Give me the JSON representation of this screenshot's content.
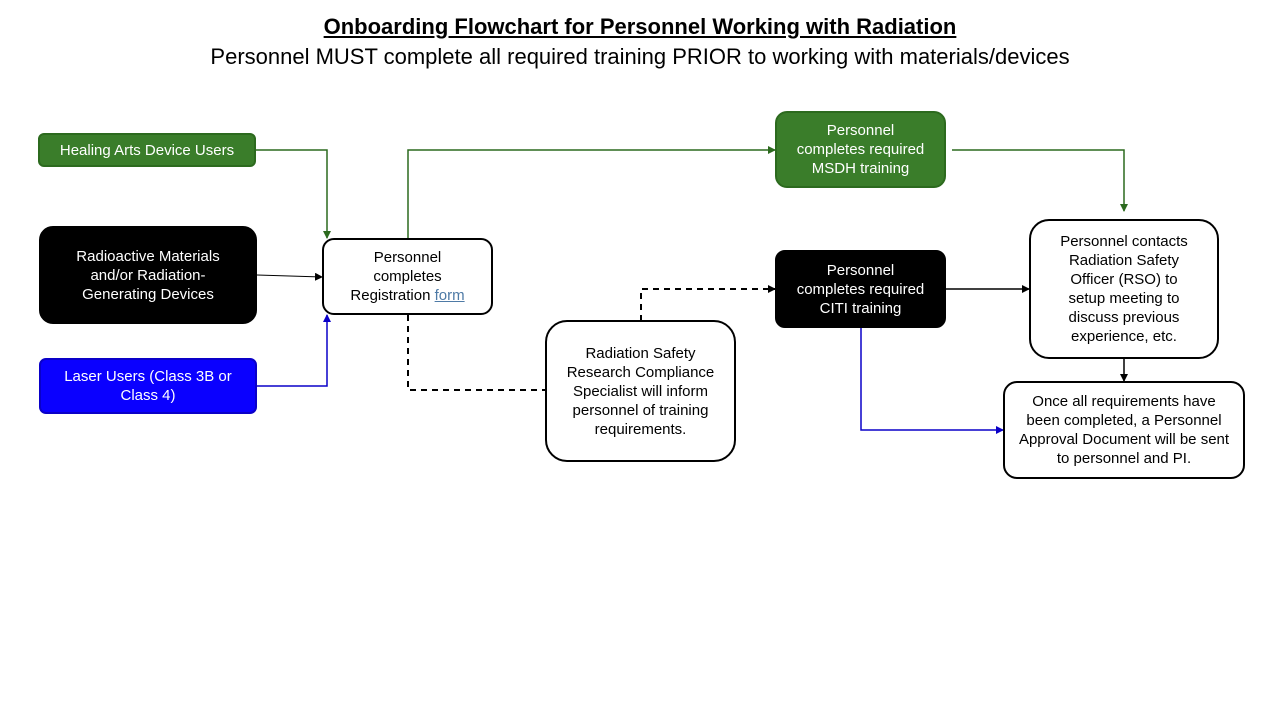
{
  "header": {
    "title": "Onboarding Flowchart for Personnel Working with Radiation",
    "subtitle": "Personnel MUST complete all required training PRIOR to working with materials/devices"
  },
  "nodes": {
    "healing_arts": "Healing Arts Device Users",
    "radioactive": "Radioactive Materials and/or Radiation-Generating Devices",
    "laser": "Laser Users (Class 3B or Class 4)",
    "registration_text": "Personnel completes Registration",
    "registration_link": "form",
    "rs_specialist": "Radiation Safety Research Compliance Specialist will inform personnel of training requirements.",
    "msdh": "Personnel completes required MSDH training",
    "citi": "Personnel completes required CITI training",
    "rso": "Personnel contacts Radiation Safety Officer (RSO) to setup meeting to discuss previous experience, etc.",
    "approval": "Once all requirements have been completed, a Personnel Approval Document will be sent to personnel and PI."
  },
  "colors": {
    "green": "#3a7d2a",
    "black": "#000000",
    "blue": "#0a00ff",
    "link": "#4e7aa6"
  }
}
